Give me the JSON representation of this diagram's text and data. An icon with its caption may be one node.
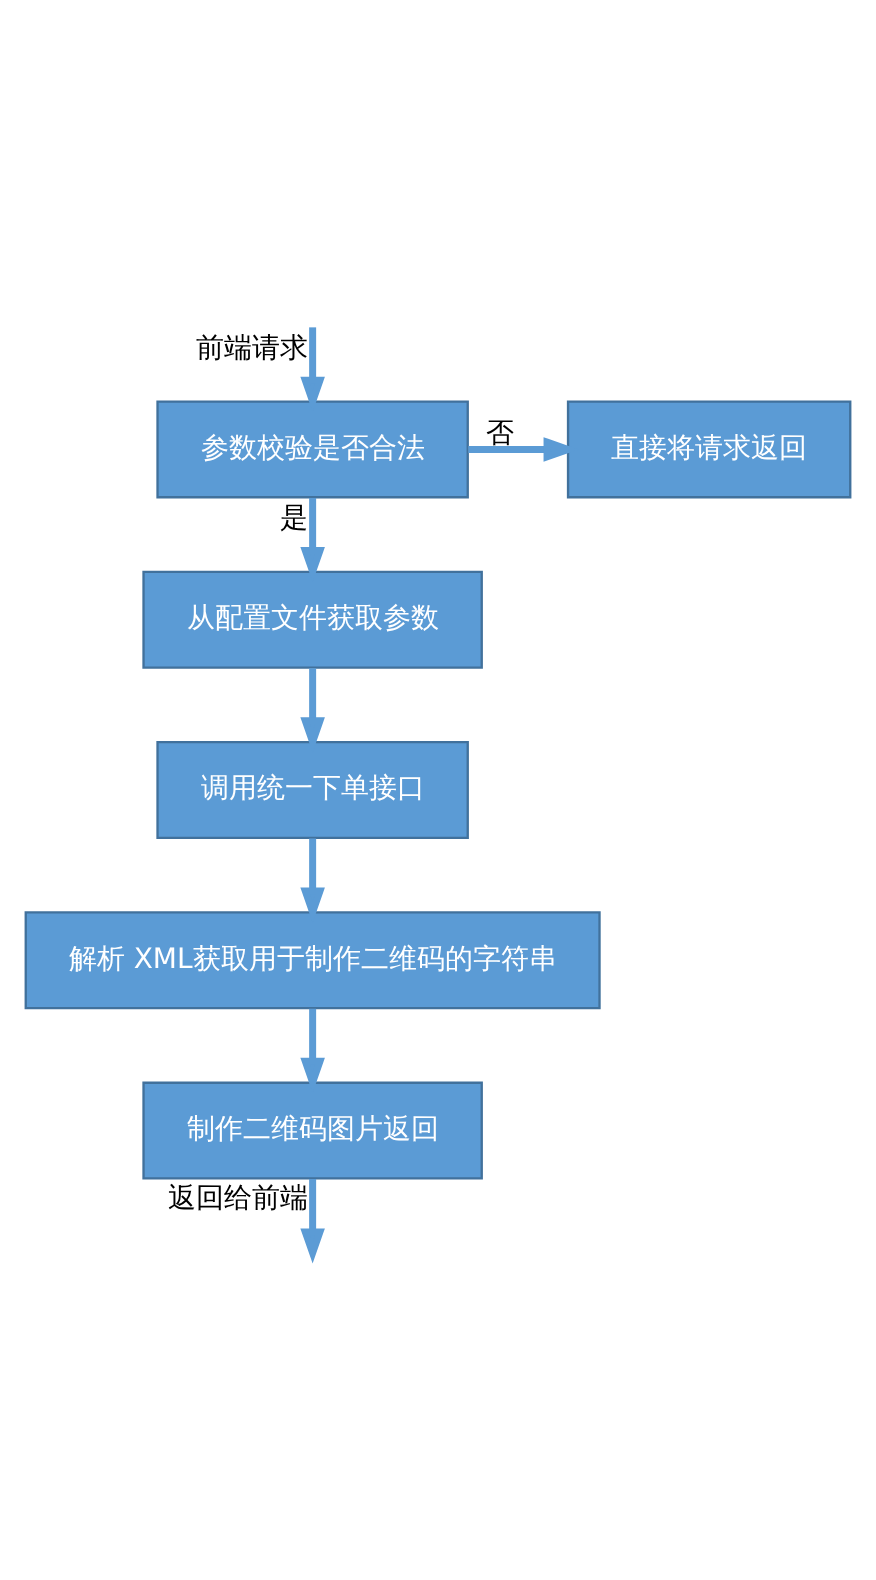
{
  "diagram": {
    "nodes": [
      {
        "text": [
          "参数校验是否合法"
        ]
      },
      {
        "text": [
          "直接将请求返回"
        ]
      },
      {
        "text": [
          "从配置文件获取参数"
        ]
      },
      {
        "text": [
          "调用统一下单接口"
        ]
      },
      {
        "text": [
          "解析 XML获取用于制作二维码的字符串"
        ]
      },
      {
        "text": [
          "制作二维码图片返回"
        ]
      }
    ],
    "edges": [
      {
        "from": null,
        "to": 0,
        "arrow": "to",
        "label": "前端请求"
      },
      {
        "from": 0,
        "to": 1,
        "arrow": "to",
        "label": "否"
      },
      {
        "from": 0,
        "to": 2,
        "arrow": "to",
        "label": "是"
      },
      {
        "from": 2,
        "to": 3,
        "arrow": "to"
      },
      {
        "from": 3,
        "to": 4,
        "arrow": "to"
      },
      {
        "from": 4,
        "to": 5,
        "arrow": "to"
      },
      {
        "from": 5,
        "to": null,
        "arrow": "to",
        "label": "返回给前端"
      }
    ]
  }
}
